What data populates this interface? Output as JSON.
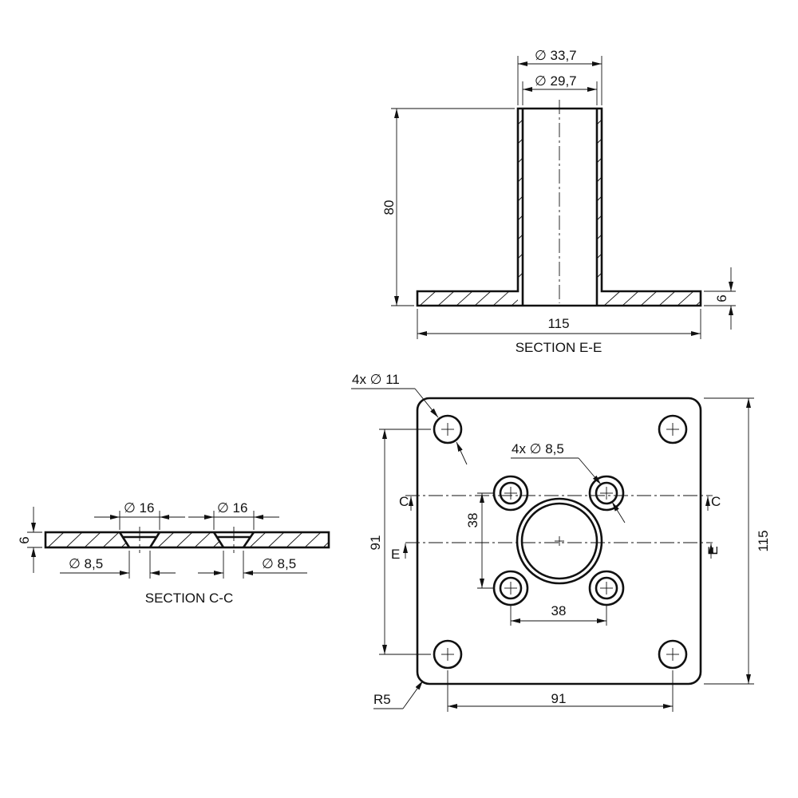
{
  "section_ee": {
    "title": "SECTION E-E",
    "dim_outer_diameter": "∅ 33,7",
    "dim_inner_diameter": "∅ 29,7",
    "dim_height": "80",
    "dim_width": "115",
    "dim_thickness": "6"
  },
  "plan_view": {
    "corner_holes": "4x ∅ 11",
    "inner_holes": "4x ∅ 8,5",
    "dim_hole_pitch_vertical": "91",
    "dim_hole_pitch_horizontal": "91",
    "dim_plate_height": "115",
    "dim_inner_vertical": "38",
    "dim_inner_horizontal": "38",
    "corner_radius": "R5",
    "cut_c": "C",
    "cut_e": "E"
  },
  "section_cc": {
    "title": "SECTION C-C",
    "dim_countersink_left": "∅ 16",
    "dim_countersink_right": "∅ 16",
    "dim_hole_left": "∅ 8,5",
    "dim_hole_right": "∅ 8,5",
    "dim_thickness": "6"
  }
}
